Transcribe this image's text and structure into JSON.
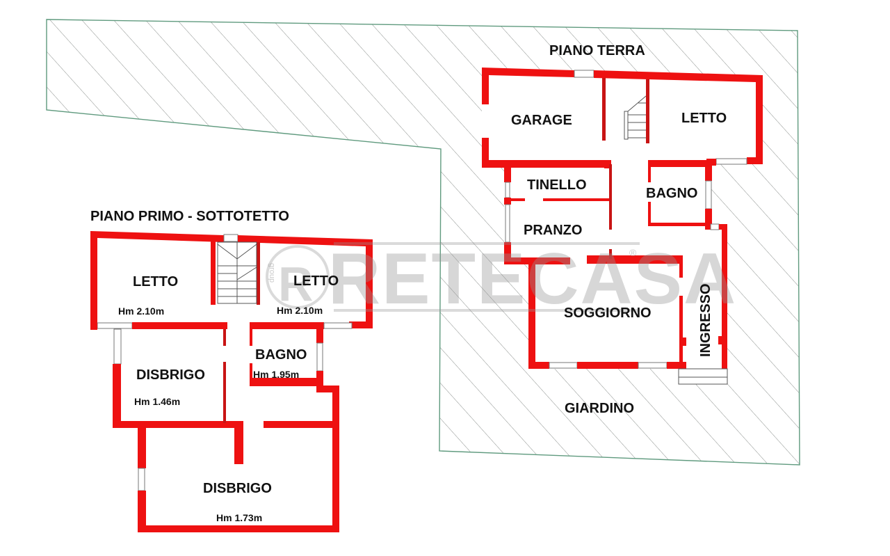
{
  "floor_plans": {
    "first_floor": {
      "title": "PIANO PRIMO - SOTTOTETTO",
      "rooms": [
        {
          "name": "LETTO",
          "height": "Hm 2.10m"
        },
        {
          "name": "LETTO",
          "height": "Hm 2.10m"
        },
        {
          "name": "BAGNO",
          "height": "Hm 1.95m"
        },
        {
          "name": "DISBRIGO",
          "height": "Hm 1.46m"
        },
        {
          "name": "DISBRIGO",
          "height": "Hm 1.73m"
        }
      ]
    },
    "ground_floor": {
      "title": "PIANO TERRA",
      "rooms": [
        {
          "name": "GARAGE"
        },
        {
          "name": "LETTO"
        },
        {
          "name": "TINELLO"
        },
        {
          "name": "BAGNO"
        },
        {
          "name": "PRANZO"
        },
        {
          "name": "SOGGIORNO"
        },
        {
          "name": "INGRESSO"
        }
      ],
      "outdoor_label": "GIARDINO"
    }
  },
  "watermark": {
    "brand": "RETECASA",
    "registered": "®",
    "group": "group"
  },
  "colors": {
    "wall": "#ee1111",
    "site_outline": "#5f9a7e",
    "text": "#111111"
  }
}
